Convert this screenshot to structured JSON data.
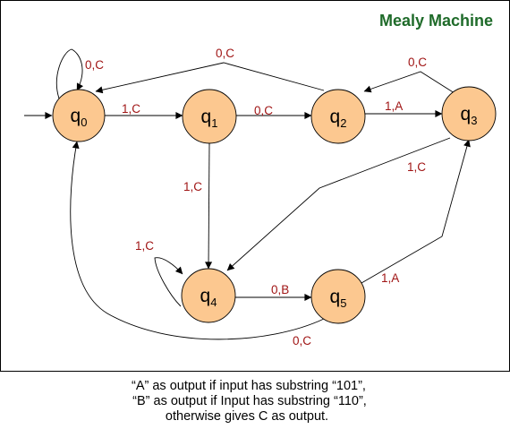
{
  "title": "Mealy Machine",
  "colors": {
    "title": "#1f6b2a",
    "state_fill": "#fcc890",
    "edge_label": "#a01515",
    "stroke": "#000000"
  },
  "states": [
    {
      "id": "q0",
      "main": "q",
      "sub": "0"
    },
    {
      "id": "q1",
      "main": "q",
      "sub": "1"
    },
    {
      "id": "q2",
      "main": "q",
      "sub": "2"
    },
    {
      "id": "q3",
      "main": "q",
      "sub": "3"
    },
    {
      "id": "q4",
      "main": "q",
      "sub": "4"
    },
    {
      "id": "q5",
      "main": "q",
      "sub": "5"
    }
  ],
  "transitions": [
    {
      "from": "q0",
      "to": "q0",
      "label": "0,C"
    },
    {
      "from": "q0",
      "to": "q1",
      "label": "1,C"
    },
    {
      "from": "q1",
      "to": "q2",
      "label": "0,C"
    },
    {
      "from": "q2",
      "to": "q0",
      "label": "0,C"
    },
    {
      "from": "q2",
      "to": "q3",
      "label": "1,A"
    },
    {
      "from": "q3",
      "to": "q2",
      "label": "0,C"
    },
    {
      "from": "q1",
      "to": "q4",
      "label": "1,C"
    },
    {
      "from": "q3",
      "to": "q4",
      "label": "1,C"
    },
    {
      "from": "q4",
      "to": "q4",
      "label": "1,C"
    },
    {
      "from": "q4",
      "to": "q5",
      "label": "0,B"
    },
    {
      "from": "q5",
      "to": "q3",
      "label": "1,A"
    },
    {
      "from": "q5",
      "to": "q0",
      "label": "0,C"
    }
  ],
  "caption": [
    "“A” as output if input has substring “101”,",
    "“B” as output if Input has substring “110”,",
    "otherwise gives C as output."
  ]
}
